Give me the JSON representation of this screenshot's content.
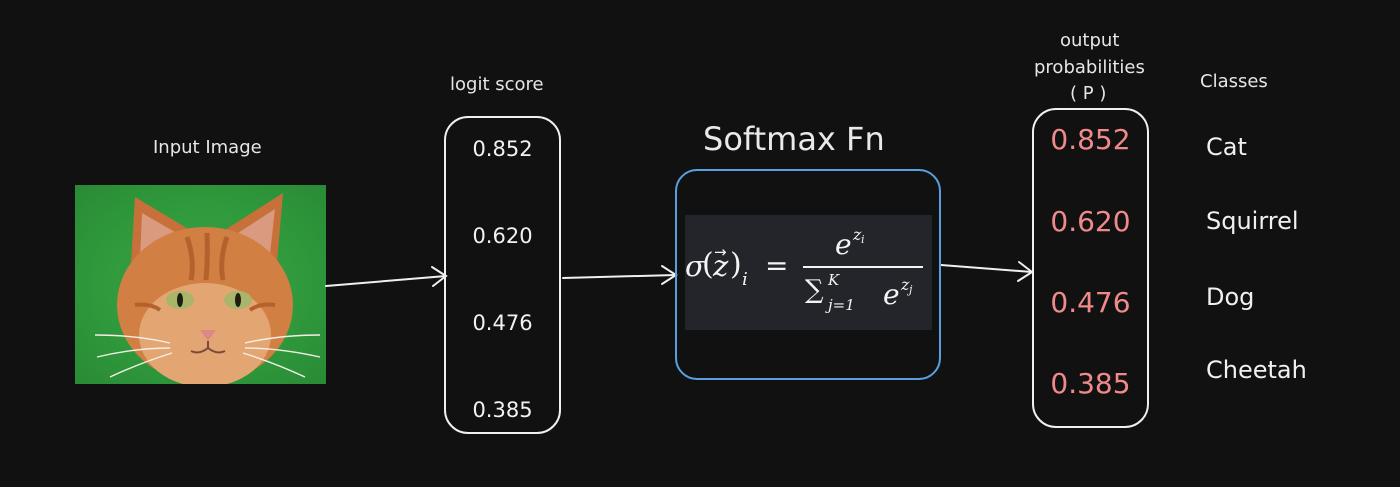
{
  "input": {
    "label": "Input Image"
  },
  "logits": {
    "label": "logit score",
    "values": [
      "0.852",
      "0.620",
      "0.476",
      "0.385"
    ]
  },
  "softmax": {
    "title": "Softmax Fn",
    "formula": {
      "lhs_sigma": "σ",
      "lhs_paren_open": "(",
      "lhs_z": "z",
      "lhs_paren_close": ")",
      "lhs_sub": "i",
      "equals": "=",
      "num_base": "e",
      "num_sup": "z",
      "num_sup_sub": "i",
      "den_sum": "∑",
      "den_upper": "K",
      "den_lower": "j=1",
      "den_base": "e",
      "den_sup": "z",
      "den_sup_sub": "j"
    }
  },
  "output": {
    "label_line1": "output",
    "label_line2": "probabilities",
    "label_line3": "( P )",
    "values": [
      "0.852",
      "0.620",
      "0.476",
      "0.385"
    ]
  },
  "classes": {
    "label": "Classes",
    "items": [
      "Cat",
      "Squirrel",
      "Dog",
      "Cheetah"
    ]
  },
  "colors": {
    "background": "#111112",
    "softmax_border": "#5aa0e0",
    "probability_text": "#f08a8a"
  }
}
